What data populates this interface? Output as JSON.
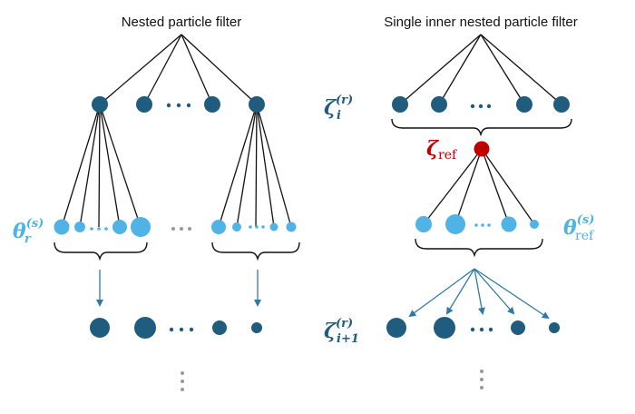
{
  "titles": {
    "left": "Nested particle filter",
    "right": "Single inner nested particle filter"
  },
  "labels": {
    "zeta_i": {
      "symbol": "ζ",
      "sup": "(r)",
      "sub": "i"
    },
    "zeta_ref": {
      "symbol": "ζ",
      "sub": "ref"
    },
    "theta_r": {
      "symbol": "θ",
      "sup": "(s)",
      "sub": "r"
    },
    "theta_ref": {
      "symbol": "θ",
      "sup": "(s)",
      "sub": "ref"
    },
    "zeta_next": {
      "symbol": "ζ",
      "sup": "(r)",
      "sub": "i+1"
    }
  },
  "colors": {
    "dark_blue": "#1f5c7e",
    "light_blue": "#4fb3e6",
    "red": "#c00000",
    "gray": "#999999",
    "line": "#111111",
    "arrow": "#2f7aa3"
  }
}
